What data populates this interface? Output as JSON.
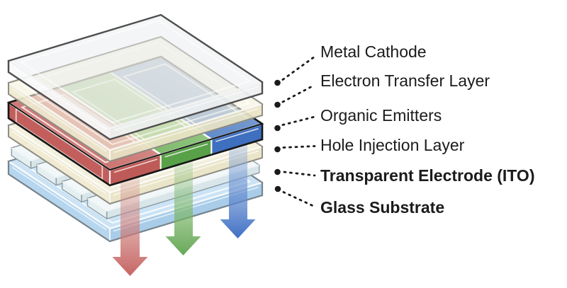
{
  "diagram": {
    "description": "Exploded isometric stack of an OLED display structure with red, green and blue emission arrows pointing downward through the transparent layers",
    "layers": [
      {
        "id": "metal-cathode",
        "label": "Metal Cathode",
        "bold": false,
        "color": "#E9ECEE"
      },
      {
        "id": "electron-transfer-layer",
        "label": "Electron Transfer Layer",
        "bold": false,
        "color": "#F3F0DA"
      },
      {
        "id": "organic-emitters",
        "label": "Organic Emitters",
        "bold": false,
        "colors": {
          "red": "#C96865",
          "green": "#7AB669",
          "blue": "#5584C8"
        }
      },
      {
        "id": "hole-injection-layer",
        "label": "Hole Injection Layer",
        "bold": false,
        "color": "#F3F0DA"
      },
      {
        "id": "transparent-electrode-ito",
        "label": "Transparent Electrode (ITO)",
        "bold": true,
        "color": "#EFF6F8"
      },
      {
        "id": "glass-substrate",
        "label": "Glass Substrate",
        "bold": true,
        "color": "#C8E2F4"
      }
    ],
    "emission_arrows": [
      {
        "id": "red-emission-arrow",
        "color": "#C4605E"
      },
      {
        "id": "green-emission-arrow",
        "color": "#61A551"
      },
      {
        "id": "blue-emission-arrow",
        "color": "#3B6CC4"
      }
    ],
    "callout_style": {
      "dot_color": "#1b1b1b",
      "line_style": "dotted"
    }
  }
}
